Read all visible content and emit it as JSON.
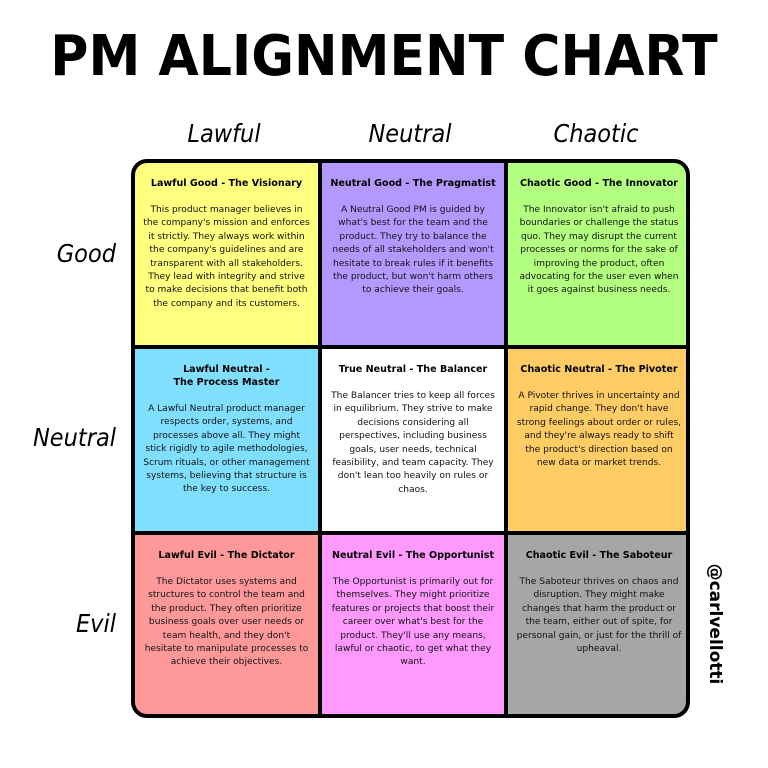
{
  "title": "PM ALIGNMENT CHART",
  "columns": [
    "Lawful",
    "Neutral",
    "Chaotic"
  ],
  "rows": [
    "Good",
    "Neutral",
    "Evil"
  ],
  "colors": {
    "lawful_good": "#ffff80",
    "neutral_good": "#b399ff",
    "chaotic_good": "#b3ff80",
    "lawful_neutral": "#80dfff",
    "true_neutral": "#ffffff",
    "chaotic_neutral": "#ffcc66",
    "lawful_evil": "#ff9999",
    "neutral_evil": "#ff99ff",
    "chaotic_evil": "#a6a6a6",
    "border": "#000000"
  },
  "cells": [
    {
      "title": "Lawful Good - The Visionary",
      "body": "This product manager believes in the company's mission and enforces it strictly. They always work within the company's guidelines and are transparent with all stakeholders. They lead with integrity and strive to make decisions that benefit both the company and its customers."
    },
    {
      "title": "Neutral Good - The Pragmatist",
      "body": "A Neutral Good PM is guided by what's best for the team and the product. They try to balance the needs of all stakeholders and won't hesitate to break rules if it benefits the product, but won't harm others to achieve their goals."
    },
    {
      "title": "Chaotic Good - The Innovator",
      "body": "The Innovator isn't afraid to push boundaries or challenge the status quo. They may disrupt the current processes or norms for the sake of improving the product, often advocating for the user even when it goes against business needs."
    },
    {
      "title": "Lawful Neutral -\nThe Process Master",
      "body": "A Lawful Neutral product manager respects order, systems, and processes above all. They might stick rigidly to agile methodologies, Scrum rituals, or other management systems, believing that structure is the key to success."
    },
    {
      "title": "True Neutral - The Balancer",
      "body": "The Balancer tries to keep all forces in equilibrium. They strive to make decisions considering all perspectives, including business goals, user needs, technical feasibility, and team capacity. They don't lean too heavily on rules or chaos."
    },
    {
      "title": "Chaotic Neutral - The Pivoter",
      "body": "A Pivoter thrives in uncertainty and rapid change. They don't have strong feelings about order or rules, and they're always ready to shift the product's direction based on new data or market trends."
    },
    {
      "title": "Lawful Evil - The Dictator",
      "body": "The Dictator uses systems and structures to control the team and the product. They often prioritize business goals over user needs or team health, and they don't hesitate to manipulate processes to achieve their objectives."
    },
    {
      "title": "Neutral Evil - The Opportunist",
      "body": "The Opportunist is primarily out for themselves. They might prioritize features or projects that boost their career over what's best for the product. They'll use any means, lawful or chaotic, to get what they want."
    },
    {
      "title": "Chaotic Evil - The Saboteur",
      "body": "The Saboteur thrives on chaos and disruption. They might make changes that harm the product or the team, either out of spite, for personal gain, or just for the thrill of upheaval."
    }
  ],
  "credit": "@carlvellotti"
}
